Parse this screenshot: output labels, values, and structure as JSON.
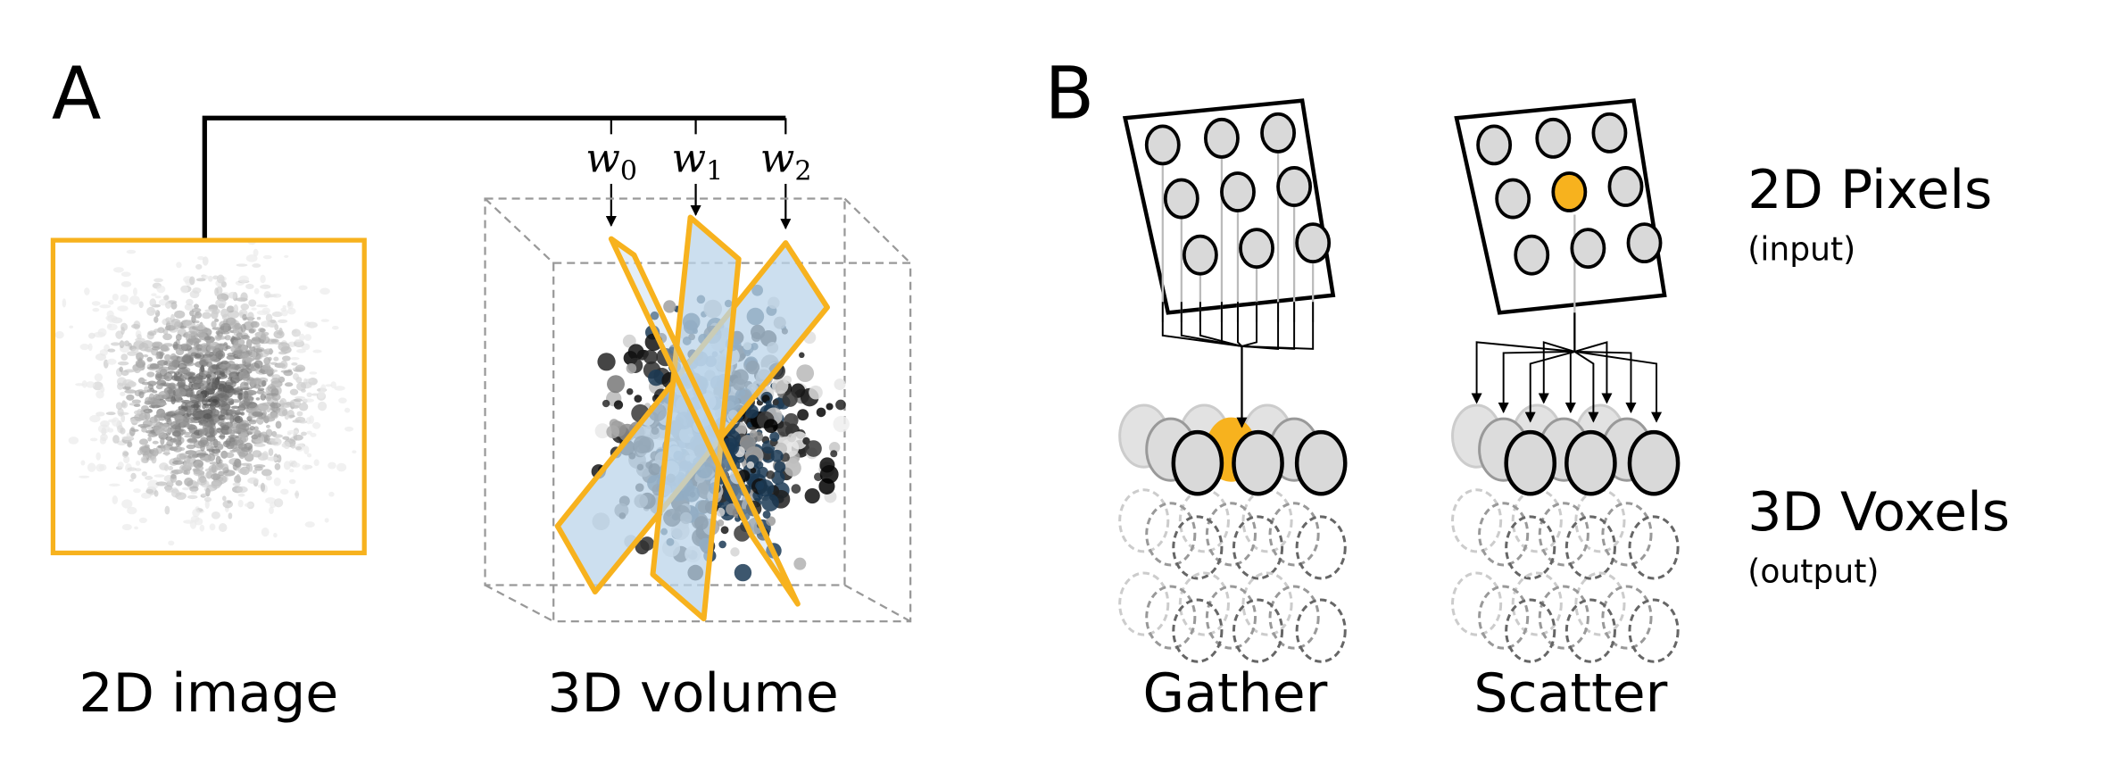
{
  "panel_a": {
    "label": "A",
    "weights": [
      {
        "symbol": "w",
        "subscript": "0"
      },
      {
        "symbol": "w",
        "subscript": "1"
      },
      {
        "symbol": "w",
        "subscript": "2"
      }
    ],
    "image_caption": "2D image",
    "volume_caption": "3D volume"
  },
  "panel_b": {
    "label": "B",
    "gather_caption": "Gather",
    "scatter_caption": "Scatter",
    "pixels_title": "2D Pixels",
    "pixels_sub": "(input)",
    "voxels_title": "3D Voxels",
    "voxels_sub": "(output)"
  },
  "colors": {
    "accent": "#F7B21E",
    "slice_fill": "#BBD4EA",
    "pixel_fill": "#D9D9D9"
  }
}
